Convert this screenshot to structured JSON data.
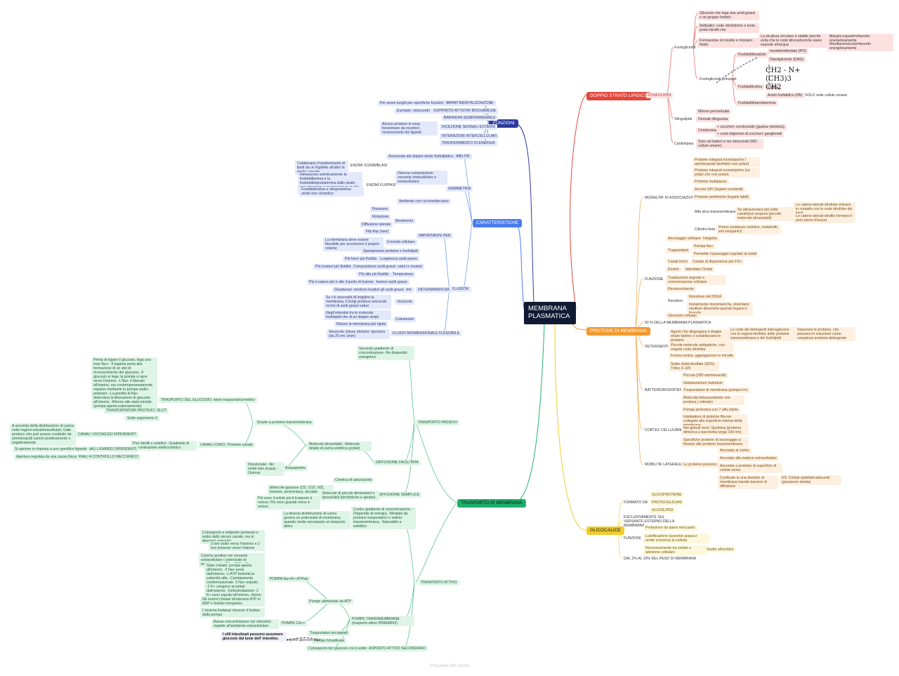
{
  "root": "MEMBRANA PLASMATICA",
  "branches": {
    "doppio": "DOPPIO STRATO LIPIDICO",
    "proteine": "PROTEINE DI MEMBRANA",
    "glicocalice": "GLICOCALICE",
    "trasporto": "TRASPORTO DI MEMBRANA",
    "caratteristiche": "CARATTERISTICHE",
    "funzioni": "FUNZIONI"
  },
  "doppio": {
    "fosfolipidi": "FOSFOLIPIDI",
    "fosfogliceridi": "Fosfogliceridi",
    "d1": "Glicerolo che lega due acidi grassi e un gruppo fosfato",
    "d2": "Anfipatici: code idrofobiche e testa polari idrofili che",
    "d3": "Formazione di micelle e mosaico fluido",
    "d4": "La struttura circolare è stabile perché evita che le code idrocarburiche siano esposte all'acqua",
    "d5": "Margini esposti=sfavorito energeticamente",
    "d6": "Micella/vescicola=favorito energeticamente",
    "fosfogliceridi_principali": "Fosfogliceridi principali",
    "fosfatidilinositolo": "Fosfatidilinositolo",
    "inositolo": "Inositolotrifosfato (IP3)",
    "diacilglicerolo": "Diacilglicerolo (DAG)",
    "fosfatidilcolina": "Fosfatidilcolina",
    "colina": "Colina",
    "acido_fosfatidico": "Acido fosfatidico (PA)",
    "solo_umane": "SOLO nelle cellule umane",
    "fosfatidiletanolammina": "Fosfatidiletanolammina",
    "sfingolipidi": "Sfingolipidi",
    "s1": "Minore percentuale",
    "s2": "Derivati sfingosina",
    "cerebrosidi": "Cerebrosidi",
    "s3": "+ zuccheri: cerebroside (guaina mielinica)",
    "s4": "+ corta oligomeri di zuccheri: gangliosidi",
    "cardiolipina": "Cardiolipina",
    "c1": "Solo nei batteri e nei mitocondri (NO cellule umane)"
  },
  "proteine": {
    "modalita": "MODALITA' DI ASSOCIAZIONE",
    "m1": "Proteine integrali monotopiche ( amminoacidi idrofobici non polari)",
    "m2": "Proteine integrali monotopiche (un polari che non polari)",
    "m3": "Proteine multipasso",
    "m4": "Ancore GPI (legami covalenti)",
    "m5": "Proteine periferiche (legami labili)",
    "alfa_elica": "Alfa elica transmembrana",
    "m6": "Se attraversano più volte: canali/pori acquosi (piccole molecole idrosolubili)",
    "m7": "Le catene laterali idrofobe entrano in contatto con le code idrofobe dei lipidi",
    "m8": "Le catene laterali idrofile formano il poro pieno d'acqua",
    "cilindro": "Cilindro beta",
    "m9": "Porine (sostanze nutritive, metaboliti, ioni inorganici)",
    "funzione": "FUNZIONE",
    "f1": "Ancoraggio cellulare",
    "f1b": "Integrine",
    "f2": "Trasportatori",
    "f2a": "Pompa Na+",
    "f2b": "Permette il passaggio regolato di soluti",
    "f3": "Canali ionici",
    "f3b": "Canale di dispersione per il K+",
    "f4": "Enzimi",
    "f4b": "Adenilato Ciclasi",
    "f5": "Trasduzione segnale e comunicazione cellulare",
    "f6": "Riconoscimento",
    "f7": "Recettori",
    "f7a": "Recettore del PDGF",
    "f7b": "Inizialmente monomeriche, diventano strutture dimeriche quando legano il ligando",
    "f8": "Giunzioni cellulari",
    "perc": "50 % DELLA MEMBRANA PLASMATICA",
    "detergenti": "DETERGENTI",
    "dt1": "Agenti che disgregano il doppio strato lipidico e solubilizzano le proteine",
    "dt2": "Le code dei detergenti interagiscono con le regioni idrofobe delle proteine transmembrana e dei fosfolipidi",
    "dt3": "Separano le proteine, che passano in soluzione come complessi proteina-detergente",
    "dt4": "Piccole molecole anfipatiche, con singola coda idrofoba",
    "dt5": "Forma conica, aggregazione in micelle",
    "dt6": "Sodio dodecilsolfato (SDS), Triton X-100",
    "batteriorodopsina": "BATTERIORODOPSINA",
    "b1": "Piccola (250 amminoacidi)",
    "b2": "Halobacterium halobium",
    "b3": "Trasportatore di membrana (pompa H+)",
    "b4": "Molecola fotoassorbente non proteica ( retinale)",
    "b5": "Pompa protonica con 7 alfa eliche",
    "cortex": "CORTEX CELLULARE",
    "c1": "Intelaiatura di proteine fibrose collegato alla superficie interna della membrana",
    "c2": "Nei globuli rossi: Spettrina (proteina dimerica a bacchetta lunga 100 nm)",
    "c3": "Specifiche proteine di ancoraggio si fissano alle proteine transmembrana",
    "mobilita": "MOBILITA' LATERALE",
    "ml": "Le proteine possono:",
    "ml1": "Ancorate al cortex",
    "ml2": "Ancorate alla matrice extracellulare",
    "ml3": "Ancorate a proteine di superficie di cellule vicine",
    "ml4": "Confinate in una dominio di membrana tramite barriere di diffusione",
    "ml5": "ES. Cellule epiteliali adiacenti (giunzione stretta)"
  },
  "glicocalice": {
    "formato": "FORMATO DA",
    "g1": "GLICOPROTEINE",
    "g2": "PROTEOGLICANI",
    "g3": "GLICOLIPIDI",
    "g4": "ESCLUSIVAMENTE SUL VERSANTE ESTERNO DELLA MEMBRANA",
    "funzioni": "FUNZIONI",
    "gf1": "Protezione da danni meccanici",
    "gf2": "Lubrificazione (assorbe acqua e rende scivolosa la cellula)",
    "gf3": "Riconoscimento tra cellule e adesione cellulare",
    "gf3b": "Scelte all'ecritive",
    "perc": "DAL 2% AL 10% DEL PESO DI MEMBRANA"
  },
  "caratteristiche": {
    "stabilita": "STABILITA'",
    "st1": "Assicurata dal doppio strato fosfolipidico",
    "asimmetria": "ASIMMETRIA",
    "a1": "Diversa composizione versante intracellulare e extracellulare",
    "enzimi_scramblasi": "ENZIMI SCRAMBLASI",
    "a2": "Catalizzano il trasferimento di lipidi da un foglietto all'altro in modo casuale",
    "enzimi_flippasi": "ENZIMI FLIPPASI",
    "a3": "Rimuovono selettivamente la fosfatidilserina e la fosfatidiletanolammina dallo strato non citosolico e inseriscono in quello citosolico",
    "a4": "Fosfatidilcolina e sfingomielina: strato non citosolico",
    "a5": "Ambiente con cui interfacciano",
    "fluidita": "FLUIDITA'",
    "importante": "IMPORTANTE PER",
    "movimento": "Movimento",
    "mv1": "Flessione",
    "mv2": "Rotazione",
    "mv3": "Diffusione laterale",
    "mv4": "Flip flop (rare)",
    "cr1": "Crescita cellulare",
    "cr1d": "La membrana deve essere flessibile per accrescere il proprio volume",
    "cr2": "Spostamento proteine e fosfolipidi",
    "determinata": "DETERMINATA DA",
    "dd1": "Lunghezza acidi grassi",
    "dd1d": "Più brevi più fluidità",
    "dd2": "Composizione acidi grassi: saturi e insaturi",
    "dd2d": "Più insaturi più fluidità",
    "dd3": "Temperatura",
    "dd3d": "Più alta più fluidità",
    "dd4": "Punto di fusione acidi grassi",
    "dd4d": "Più è saturo più è alto il punto di fusione",
    "dd5": "Enzimi",
    "dd5d": "Desaturasi: rendono insaturi gli acidi grassi",
    "dd6": "Vescicole",
    "dd6d": "Se c'è necessità di irrigidire la membrana, il Golgi produce vescicole ricche di acidi grassi saturi",
    "dd7": "Colesterolo",
    "dd7d": "Negli interstizi tra le molecole fosfolipidi che di un doppio strato",
    "dd7e": "Riduce la membrana più rigida",
    "dd8": "FLUIDO BIDIMENSIONALE FLESSIBILE",
    "dd8d": "Vescicole chiuse sferiche: liposomi (da 25 nm 1mm)"
  },
  "funzioni": {
    "fu1": "COMPARTIMENTALIZZAZIONE",
    "fu1d": "Per avere luoghi per specifiche funzioni",
    "fu2": "SUPPORTO ATTIVITA' BIOCHIMICHE",
    "fu2d": "Esempio: mitocondri",
    "fu3": "BARRIERA SEMIPERMEABILE",
    "fu4": "RICEZIONE SEGNALI ESTERNI",
    "fu4d": "Alcune proteine in essa funzionano da recettori, riconoscendo dei ligandi",
    "fu5": "INTERAZIONI INTERCELLULARI",
    "fu6": "TRASFERIMENTO DI ENERGIA"
  },
  "trasporto": {
    "passivo": "TRASPORTO PASSIVO",
    "p0": "Secondo gradiente di concentrazione -No dispendio energetico",
    "facilitata": "DIFFUSIONE FACILITATA",
    "fa1": "Molecole idrosolubili; -Molecole dotate di carica elettrica (polari)",
    "fa2": "Grazie a proteine transmembrana",
    "prot_trasp": "Proteine trasportatrici/vettrici",
    "glucosio": "TRASPORTO DEL GLUCOSIO",
    "gl1": "Prima di legare il glucosio, lega uno ione Na+; -Il legame porta alla formazione di un sito di riconoscimento del glucosio; -Il glucosio si lega: la pompa si apre verso l'interno; -L'Na+ è liberato all'interno, ma contemporaneamente espulso mediante la pompa sodio-potassio; -La perdita di Na+ determina la liberazione di glucosio all'interno; -Ritorno allo stato iniziale (pompa aperta esternamente)",
    "glut": "TRASPORTATORI PROTEICI: GLUT",
    "glut_d": "Sotto-argomento 3",
    "proteine_canale": "Proteine canale",
    "canali_ionici": "CANALI IONICI",
    "ci1": "Pori idrofili e selettivi; -Gradiente di concentrazione elettrochimico",
    "ci2": "CANALI VOLTAGGIO DIPENDENTI",
    "ci2d": "A seconda della distribuzione di carica nelle regioni extra/intracellulari; Gate proteico che può essere costituito da amminoacidi carichi positivamente o negativamente",
    "ci3": "CANALI LIGANDO DIPENDENTI",
    "ci3d": "Si apriono in risposta a uno specifico ligando",
    "ci4": "CANALI A CONTROLLO MECCANICO",
    "ci4d": "Apertura regolata da una causa fisica",
    "acquaporine": "Acquaporine",
    "aq": "Direzionale; -No soluti solo acqua; -Osmosi",
    "saturazione": "Cinetica di saturazione",
    "semplice": "DIFFUSIONE SEMPLICE",
    "se1": "Molecole gassose (O2, CO2, N2), Etanolo, ammoniaca, alcolato",
    "se2": "Molecole di piccole dimensioni e liposolubili (idrofobiche e apolari)",
    "se3": "Più sono il soluto più il trasporto è veloce; Più sono grande meno è veloce",
    "attivo": "TRASPORTO ATTIVO",
    "at0": "Contro gradiente di concentrazione; -Dispendio di energia; -Mediato da proteine trasportatrici o vettrici transmembrana; -Saturabile e selettivo",
    "at0d": "La diversa distribuzione di carica genera un potenziale di membrana, quando rende necessario un trasporto attivo",
    "pompe_tm": "POMPE TRANSMEMBRANA (trasporto attivo PRIMARIO)",
    "pompe_atp": "Pompe alimentate da ATP",
    "na_k": "POMPA Na+/K+ ATPasi",
    "nk1": "Cotrasporto e antiporto (potassio e sodio dallo stesso canale, ma in direzioni opposte)",
    "nk2": "3 ioni sodio verso l'esterno e 2 ioni potassio verso l'interno",
    "nk3": "Cariche positive nel versante extracellulare ( potenziale di membrana da -50 a -200 mV)",
    "nk4": "Stato iniziale: pompa aperta all'interno; -3 Na+ presi dall'interno; -L'ATP fosforila la subunità alfa; -Cambiamento conformazionale: 3 Na+ espulsi; -2 K+ vengono accettati dall'esterno; -Defosforilazione: 2 K+ sono espulsi all'interno, ritorno stato iniziale",
    "nk5": "Gli enzimi chinasi idrolizzano ATP in ADP e fosfato inorganico",
    "nk6": "L'enzima fosfatasi rimuove il fosfato dalla pompa",
    "ca": "POMPE CA++",
    "ca1": "Bassa concentrazione nel citosolico rispetto all'ambiente extracellulare",
    "secondario": "TRASPORTO ATTIVO SECONDARIO",
    "sec1": "Trasportatori accoppiati",
    "sec2": "Pompe fotoattivate",
    "sec3": "Cotrasporto del glucosio con il sodio",
    "symport": "Simporto glucosio-Na+",
    "villi": "I villi intestinali possono assumere glucosio dal lume dell' intestino."
  },
  "chem_formula": "CH2 - N+(CH3)3 CH2",
  "footer": "Prepared with xmind"
}
